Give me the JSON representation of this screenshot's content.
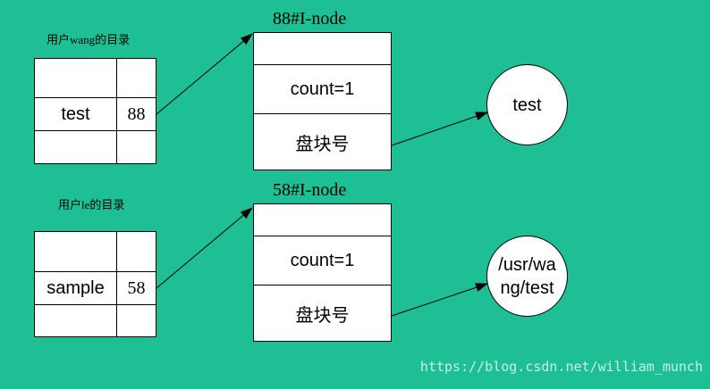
{
  "dir_wang": {
    "title": "用户wang的目录",
    "entry_name": "test",
    "entry_inode": "88"
  },
  "dir_le": {
    "title": "用户le的目录",
    "entry_name": "sample",
    "entry_inode": "58"
  },
  "inode_88": {
    "title": "88#I-node",
    "count": "count=1",
    "block": "盘块号"
  },
  "inode_58": {
    "title": "58#I-node",
    "count": "count=1",
    "block": "盘块号"
  },
  "file_test": {
    "label": "test"
  },
  "file_usr": {
    "line1": "/usr/wa",
    "line2": "ng/test"
  },
  "watermark": "https://blog.csdn.net/william_munch"
}
